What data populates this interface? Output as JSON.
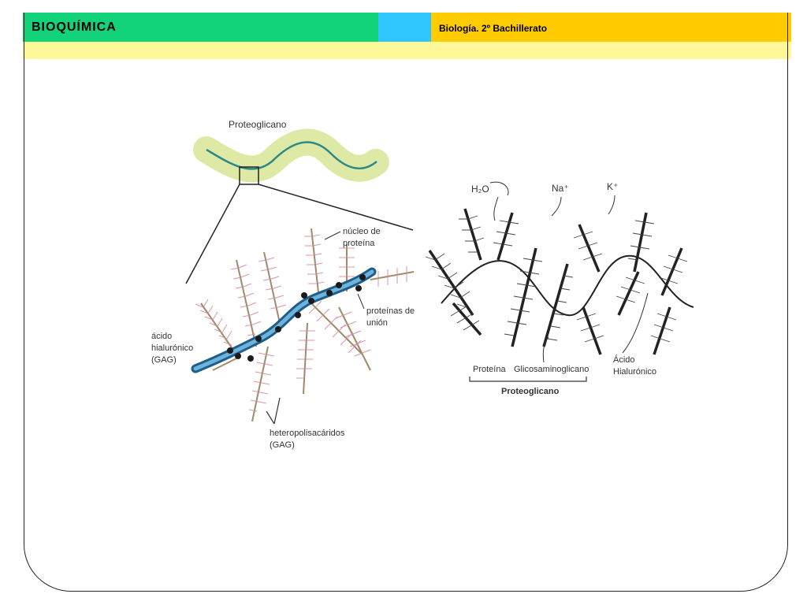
{
  "header": {
    "title": "BIOQUÍMICA",
    "subtitle": "Biología. 2º Bachillerato",
    "colors": {
      "green": "#13d37a",
      "cyan": "#2fc6ff",
      "yellow": "#ffcc00",
      "subbar": "#fff99a"
    }
  },
  "diagram_left": {
    "top_label": "Proteoglicano",
    "label_core_line1": "núcleo de",
    "label_core_line2": "proteína",
    "label_link_line1": "proteínas de",
    "label_link_line2": "unión",
    "label_ha_line1": "ácido",
    "label_ha_line2": "hialurónico",
    "label_ha_line3": "(GAG)",
    "label_hetero_line1": "heteropolisacáridos",
    "label_hetero_line2": "(GAG)"
  },
  "diagram_right": {
    "ion_water": "H₂O",
    "ion_na": "Na⁺",
    "ion_k": "K⁺",
    "label_protein": "Proteína",
    "label_gag": "Glicosaminoglicano",
    "label_proteoglycan": "Proteoglicano",
    "label_ha_line1": "Ácido",
    "label_ha_line2": "Hialurónico"
  }
}
